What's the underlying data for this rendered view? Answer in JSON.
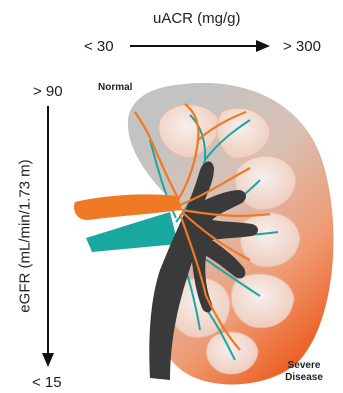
{
  "uacr": {
    "title": "uACR (mg/g)",
    "low": "< 30",
    "high": "> 300"
  },
  "egfr": {
    "title": "eGFR (mL/min/1.73 m)",
    "high": "> 90",
    "low": "< 15"
  },
  "stages": {
    "normal": "Normal",
    "severe_line1": "Severe",
    "severe_line2": "Disease"
  },
  "colors": {
    "healthy": "#c6c6c6",
    "disease": "#ec6a2c",
    "artery": "#f07a24",
    "vein": "#19a8a0",
    "pelvis": "#3a3a3a",
    "lobe_fill": "#f3e2dc"
  }
}
